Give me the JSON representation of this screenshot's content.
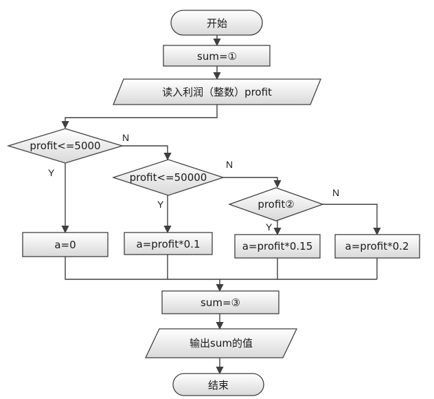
{
  "flowchart": {
    "start": "开始",
    "init_sum": "sum=①",
    "read_input": "读入利润（整数）profit",
    "decision_1": "profit<=5000",
    "decision_2": "profit<=50000",
    "decision_3": "profit②",
    "assign_a_zero": "a=0",
    "assign_a_01": "a=profit*0.1",
    "assign_a_015": "a=profit*0.15",
    "assign_a_02": "a=profit*0.2",
    "update_sum": "sum=③",
    "output": "输出sum的值",
    "end": "结束"
  },
  "branch_labels": {
    "d1_no": "N",
    "d1_yes": "Y",
    "d2_no": "N",
    "d2_yes": "Y",
    "d3_no": "N",
    "d3_yes": "Y"
  },
  "colors": {
    "fill_top": "#ffffff",
    "fill_bottom": "#d9d9d9",
    "stroke": "#3f3f3f",
    "text": "#1a1a1a"
  }
}
